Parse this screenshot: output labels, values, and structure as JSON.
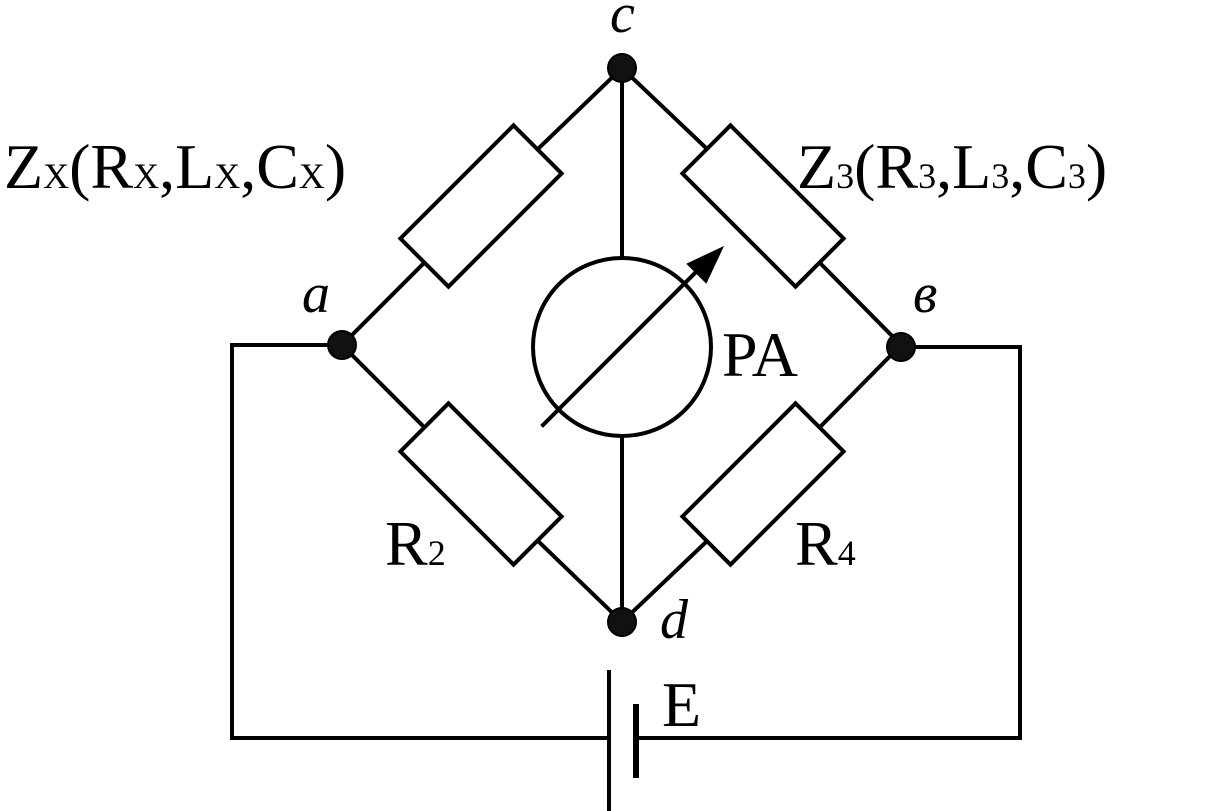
{
  "nodes": {
    "a": "a",
    "b": "в",
    "c": "c",
    "d": "d"
  },
  "labels": {
    "zx_main": "Z",
    "zx_sub": "X",
    "zx_open": "(R",
    "zx_sub2": "X",
    "zx_l": ",L",
    "zx_sub3": "X",
    "zx_c": ",C",
    "zx_sub4": "X",
    "zx_close": ")",
    "z3_main": "Z",
    "z3_sub": "3",
    "z3_open": "(R",
    "z3_sub2": "3",
    "z3_l": ",L",
    "z3_sub3": "3",
    "z3_c": ",C",
    "z3_sub4": "3",
    "z3_close": ")",
    "r2_main": "R",
    "r2_sub": "2",
    "r4_main": "R",
    "r4_sub": "4",
    "meter": "PA",
    "source": "E"
  }
}
